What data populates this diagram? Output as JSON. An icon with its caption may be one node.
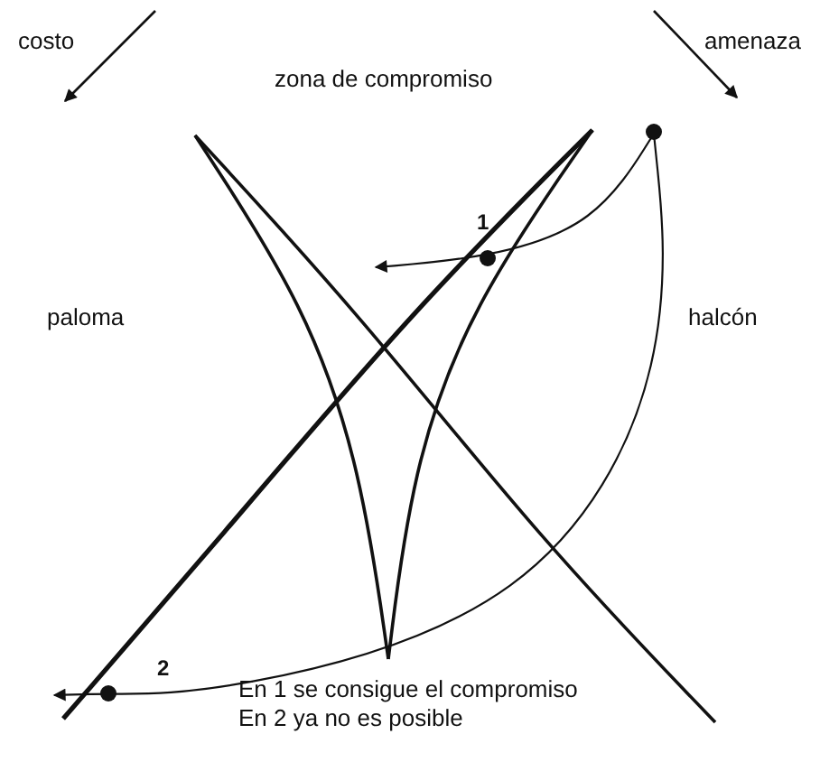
{
  "diagram": {
    "labels": [
      "costo",
      "amenaza",
      "zona de compromiso",
      "1",
      "paloma",
      "halcón",
      "2",
      "En 1 se consigue el compromiso",
      "En 2 ya no es posible"
    ]
  }
}
